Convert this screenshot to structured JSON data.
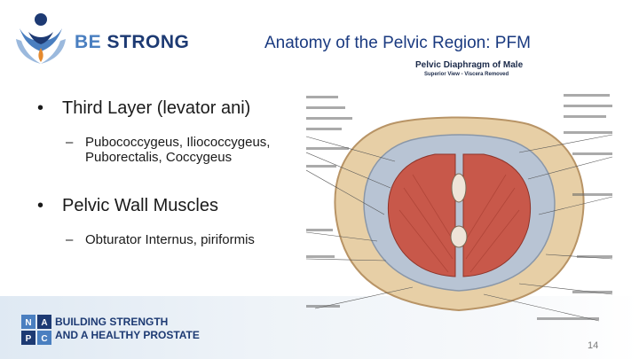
{
  "header": {
    "logo_text_a": "BE",
    "logo_text_b": "STRONG",
    "title": "Anatomy of the Pelvic Region: PFM"
  },
  "content": {
    "bullets": [
      {
        "marker": "•",
        "text": "Third Layer (levator ani)",
        "sub": [
          {
            "marker": "–",
            "text": "Pubococcygeus, Iliococcygeus, Puborectalis, Coccygeus"
          }
        ]
      },
      {
        "marker": "•",
        "text": "Pelvic Wall Muscles",
        "sub": [
          {
            "marker": "–",
            "text": "Obturator Internus, piriformis"
          }
        ]
      }
    ]
  },
  "figure": {
    "title": "Pelvic Diaphragm of Male",
    "subtitle": "Superior View - Viscera Removed"
  },
  "footer": {
    "badge_letters": [
      "N",
      "A",
      "P",
      "C"
    ],
    "line1": "BUILDING STRENGTH",
    "line2": "AND A HEALTHY PROSTATE",
    "page_number": "14"
  },
  "colors": {
    "navy": "#1d3a73",
    "accent_blue": "#4a7fc0",
    "orange": "#e58a2e",
    "muscle": "#c8584a"
  }
}
